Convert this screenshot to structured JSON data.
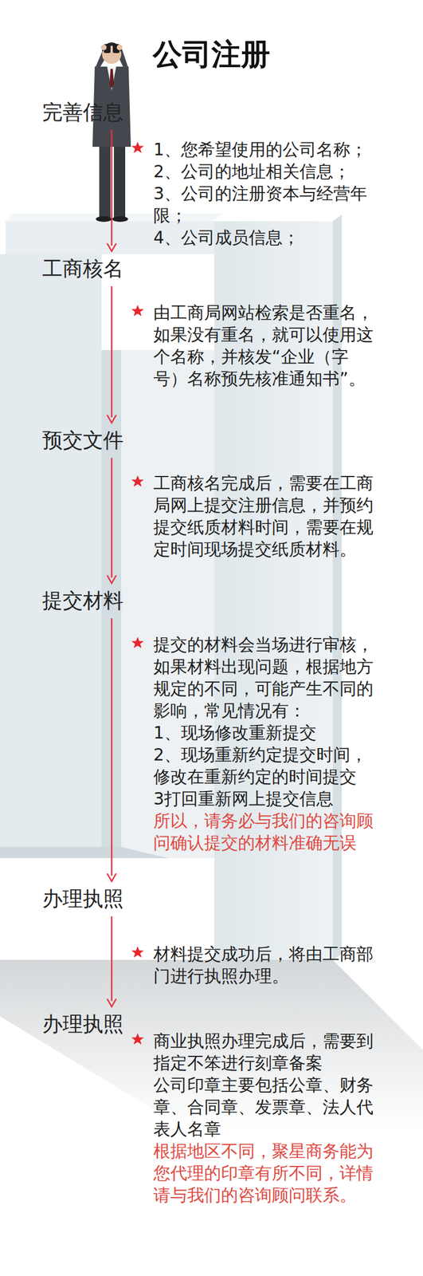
{
  "diagram": {
    "title": "公司注册",
    "nodes": [
      {
        "text": [
          "完善信息",
          "1、您希望使用的公司名称；",
          "2、公司的地址相关信息；",
          "3、公司的注册资本与经营年限；",
          "4、公司成员信息；"
        ]
      },
      {
        "text": [
          "工商核名",
          "由工商局网站检索是否重名，如果没有重名，就可以使用这个名称，并核发“企业（字号）名称预先核准通知书”。"
        ]
      },
      {
        "text": [
          "预交文件",
          "工商核名完成后，需要在工商局网上提交注册信息，并预约提交纸质材料时间，需要在规定时间现场提交纸质材料。"
        ]
      },
      {
        "text": [
          "提交材料",
          "提交的材料会当场进行审核，如果材料出现问题，根据地方规定的不同，可能产生不同的影响，常见情况有：",
          "1、现场修改重新提交",
          "2、现场重新约定提交时间，修改在重新约定的时间提交",
          "3打回重新网上提交信息",
          "所以，请务必与我们的咨询顾问确认提交的材料准确无误"
        ]
      },
      {
        "text": [
          "办理执照",
          "材料提交成功后，将由工商部门进行执照办理。"
        ]
      },
      {
        "text": [
          "办理执照",
          "商业执照办理完成后，需要到指定不笨进行刻章备案",
          "公司印章主要包括公章、财务章、合同章、发票章、法人代表人名章",
          "根据地区不同，聚星商务能为您代理的印章有所不同，详情请与我们的咨询顾问联系。"
        ]
      }
    ],
    "edges": [
      {
        "from": 0,
        "to": 1,
        "arrow": "to"
      },
      {
        "from": 1,
        "to": 2,
        "arrow": "to"
      },
      {
        "from": 2,
        "to": 3,
        "arrow": "to"
      },
      {
        "from": 3,
        "to": 4,
        "arrow": "to"
      },
      {
        "from": 4,
        "to": 5,
        "arrow": "to"
      }
    ]
  }
}
